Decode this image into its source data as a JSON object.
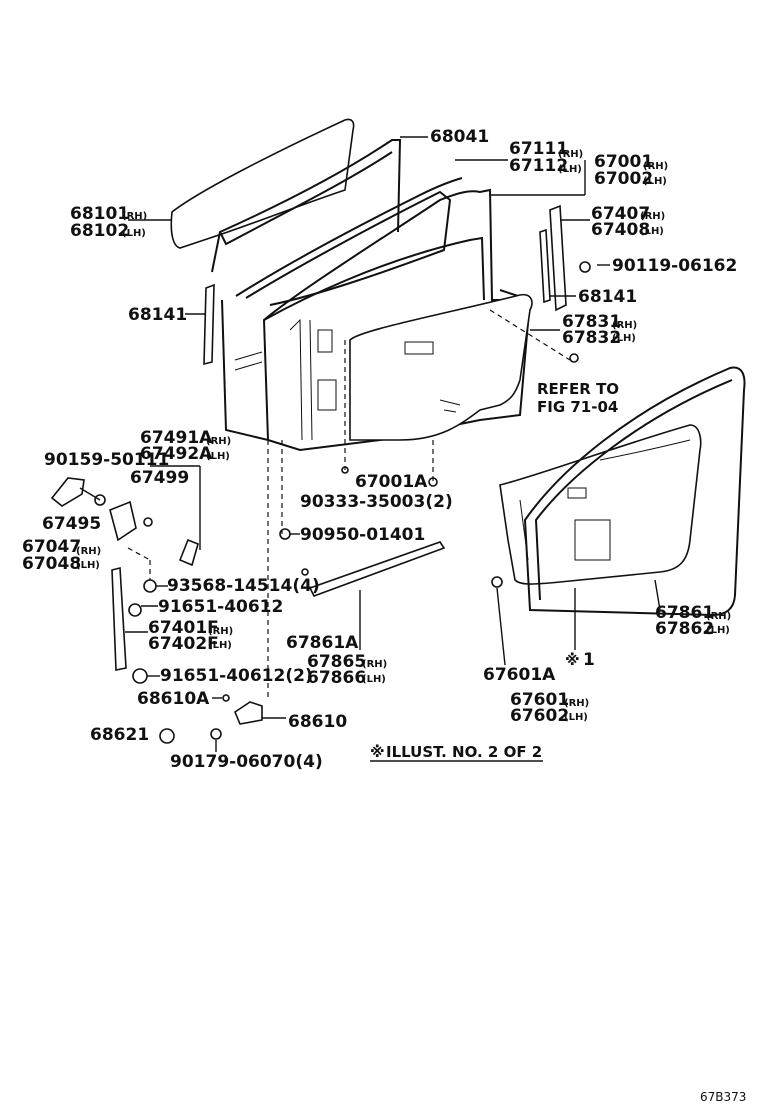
{
  "labels": {
    "p68041": "68041",
    "p67111": "67111",
    "p67112": "67112",
    "p67001": "67001",
    "p67002": "67002",
    "p68101": "68101",
    "p68102": "68102",
    "p67407": "67407",
    "p67408": "67408",
    "p90119": "90119-06162",
    "p68141a": "68141",
    "p68141b": "68141",
    "p67831": "67831",
    "p67832": "67832",
    "refer1": "REFER TO",
    "refer2": "FIG 71-04",
    "p67491a": "67491A",
    "p67492a": "67492A",
    "p90159": "90159-50111",
    "p67499": "67499",
    "p67001a": "67001A",
    "p90333": "90333-35003(2)",
    "p67495": "67495",
    "p67047": "67047",
    "p67048": "67048",
    "p90950": "90950-01401",
    "p93568": "93568-14514(4)",
    "p91651a": "91651-40612",
    "p67401f": "67401F",
    "p67402f": "67402F",
    "p67861a": "67861A",
    "p67865": "67865",
    "p67866": "67866",
    "p91651b": "91651-40612(2)",
    "p68610a": "68610A",
    "p68610": "68610",
    "p68621": "68621",
    "p90179": "90179-06070(4)",
    "p67601a": "67601A",
    "p67601": "67601",
    "p67602": "67602",
    "p67861": "67861",
    "p67862": "67862",
    "note1": "1",
    "illust": "ILLUST. NO. 2 OF 2",
    "fig_id": "67B373",
    "rh": "(RH)",
    "lh": "(LH)"
  }
}
